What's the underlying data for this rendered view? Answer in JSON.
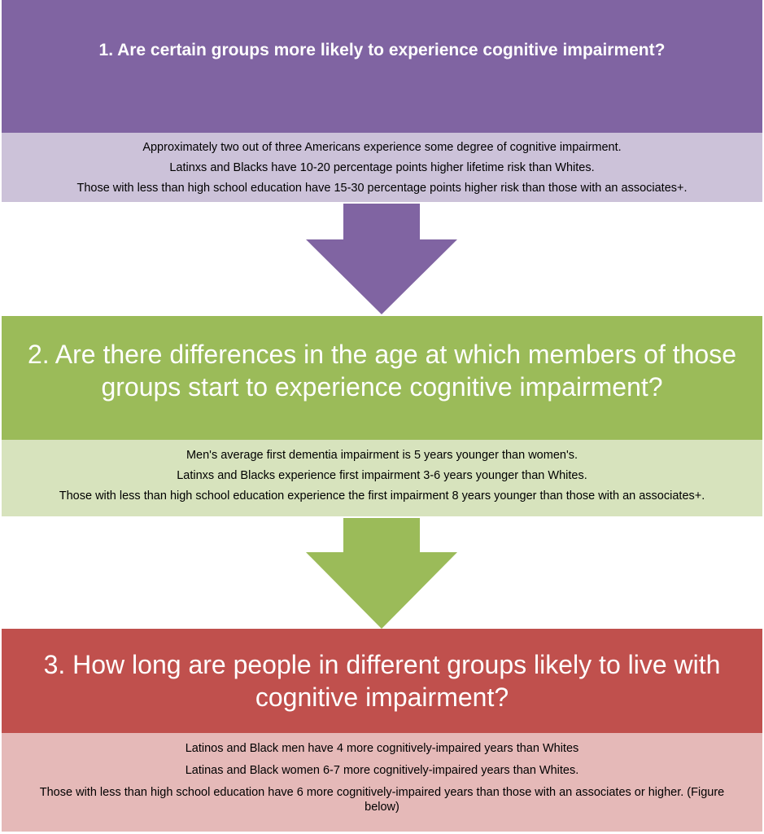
{
  "section1": {
    "title": "1. Are certain groups more likely to experience cognitive impairment?",
    "lines": [
      "Approximately two out of three Americans experience some degree of cognitive impairment.",
      "Latinxs and Blacks have 10-20 percentage points higher lifetime risk than Whites.",
      "Those with less than high school education have 15-30 percentage points higher risk than those with an associates+."
    ]
  },
  "section2": {
    "title": "2. Are there differences in the age at which members of those groups start to experience cognitive impairment?",
    "lines": [
      "Men's average first dementia impairment is 5 years younger than women's.",
      "Latinxs and Blacks experience first impairment 3-6 years younger than Whites.",
      "Those with less than high school education experience the first impairment 8 years younger than those with an associates+."
    ]
  },
  "section3": {
    "title": "3. How long are people in different groups likely to live with cognitive impairment?",
    "lines": [
      "Latinos and Black men have 4 more cognitively-impaired years than Whites",
      "Latinas and Black women 6-7 more cognitively-impaired years than Whites.",
      "Those with less than high school education have 6 more cognitively-impaired years than those with an associates or higher. (Figure below)"
    ]
  },
  "colors": {
    "purple": "#8064a2",
    "purple_light": "#ccc2d9",
    "green": "#9bbb59",
    "green_light": "#d7e3bd",
    "red": "#c0504d",
    "red_light": "#e5b9b8"
  }
}
